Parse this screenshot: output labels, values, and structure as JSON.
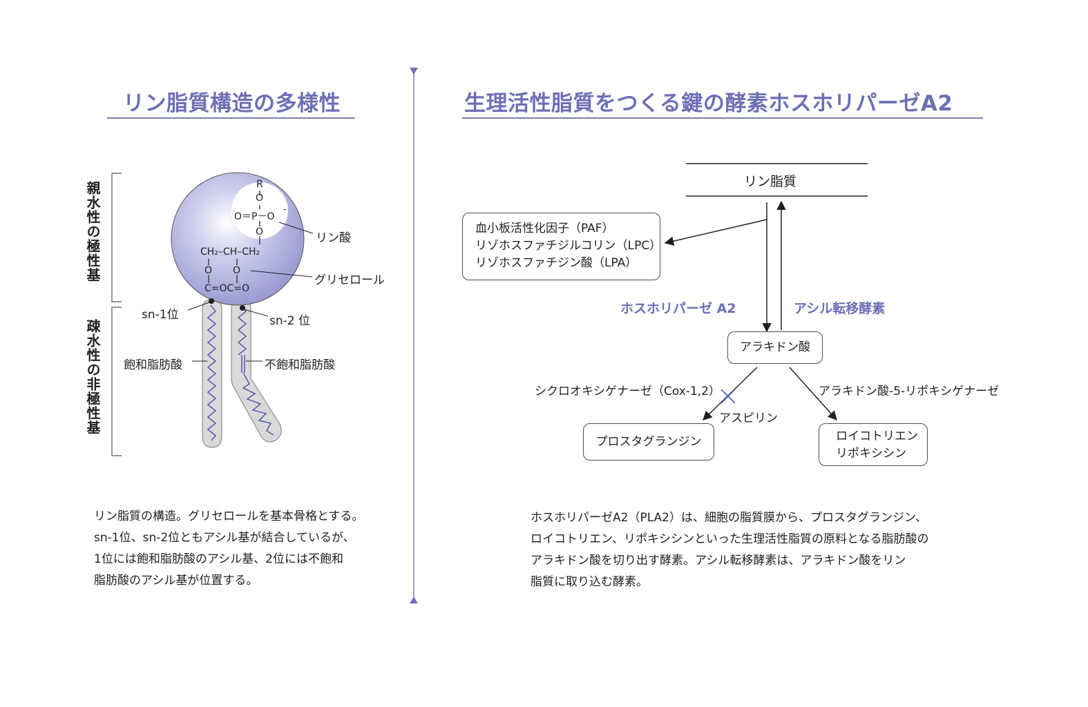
{
  "left": {
    "title": "リン脂質構造の多様性",
    "hydrophilic_label": "親水性の極性基",
    "hydrophobic_label": "疎水性の非極性基",
    "chem": {
      "r": "R",
      "o_top": "O",
      "phosphate_row": "O＝P－O",
      "o_minus": "-",
      "o_bottom": "O",
      "glycerol_row": "CH₂–CH–CH₂",
      "o_left": "O",
      "o_mid": "O",
      "carbonyl_row": "C=OC=O"
    },
    "labels": {
      "phosphoric_acid": "リン酸",
      "glycerol": "グリセロール",
      "sn1": "sn-1位",
      "sn2": "sn-2 位",
      "saturated": "飽和脂肪酸",
      "unsaturated": "不飽和脂肪酸"
    },
    "caption": [
      "リン脂質の構造。グリセロールを基本骨格とする。",
      "sn-1位、sn-2位ともアシル基が結合しているが、",
      "1位には飽和脂肪酸のアシル基、2位には不飽和",
      "脂肪酸のアシル基が位置する。"
    ]
  },
  "right": {
    "title": "生理活性脂質をつくる鍵の酵素ホスホリパーゼA2",
    "phospholipid": "リン脂質",
    "products_box": [
      "血小板活性化因子（PAF）",
      "リゾホスファチジルコリン（LPC）",
      "リゾホスファチジン酸（LPA）"
    ],
    "enzyme_pla2": "ホスホリパーゼ A2",
    "enzyme_acyl": "アシル転移酵素",
    "arachidonic_acid": "アラキドン酸",
    "cox_label": "シクロオキシゲナーゼ（Cox-1,2）",
    "lox_label": "アラキドン酸-5-リポキシゲナーゼ",
    "aspirin": "アスピリン",
    "prostaglandin": "プロスタグランジン",
    "leuko_box": [
      "ロイコトリエン",
      "リポキシシン"
    ],
    "caption": [
      "ホスホリパーゼA2（PLA2）は、細胞の脂質膜から、プロスタグランジン、",
      "ロイコトリエン、リポキシシンといった生理活性脂質の原料となる脂肪酸の",
      "アラキドン酸を切り出す酵素。アシル転移酵素は、アラキドン酸をリン",
      "脂質に取り込む酵素。"
    ]
  },
  "colors": {
    "accent": "#6d6fb5",
    "sphere": "#a9aadb",
    "tail": "#d9d9da",
    "zigzag": "#5c5fae"
  }
}
